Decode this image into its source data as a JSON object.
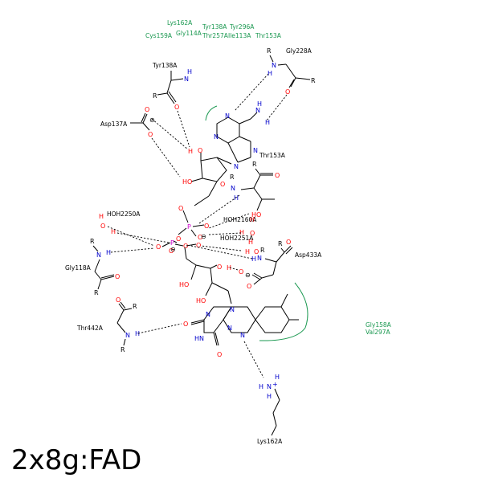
{
  "caption": "2x8g:FAD",
  "colors": {
    "hydrophobic": "#1a9850",
    "oxygen": "#ff0000",
    "nitrogen": "#0000cc",
    "phosphorus": "#cc00cc",
    "bond": "#000000"
  },
  "hydrophobic_residues": {
    "top": [
      "Lys162A",
      "Tyr138A",
      "Tyr296A",
      "Cys159A",
      "Gly114A",
      "Thr257A",
      "Ile113A",
      "Thr153A"
    ],
    "right": [
      "Gly158A",
      "Val297A"
    ]
  },
  "hbond_residues": [
    "Tyr138A",
    "Gly228A",
    "Asp137A",
    "Thr153A",
    "HOH2250A",
    "HOH2160A",
    "HOH2251A",
    "Gly118A",
    "Asp433A",
    "Thr442A",
    "Lys162A"
  ],
  "atoms": {
    "O": "O",
    "N": "N",
    "H": "H",
    "P": "P",
    "HO": "HO",
    "HN": "HN",
    "R": "R",
    "NH": "NH",
    "minus": "⊖",
    "plus": "+"
  }
}
